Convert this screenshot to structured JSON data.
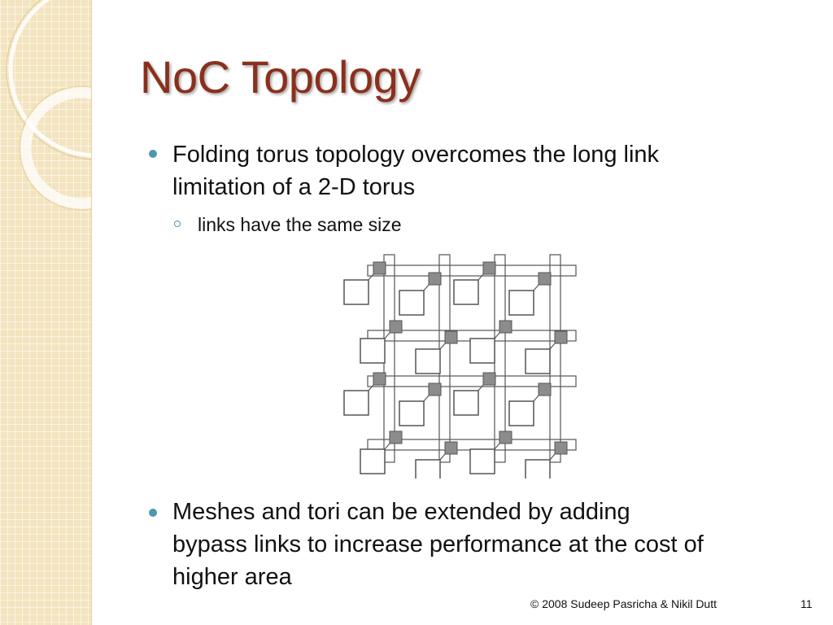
{
  "slide": {
    "title": "NoC Topology",
    "bullet1": {
      "line1": "Folding torus topology overcomes the long link",
      "line2": "limitation of a 2-D torus",
      "sub": "links have the same size"
    },
    "bullet2": {
      "line1": "Meshes and tori can be extended by adding",
      "line2": "bypass links to increase performance at the cost of",
      "line3": "higher area"
    },
    "footer": {
      "copyright": "© 2008 Sudeep Pasricha  & Nikil Dutt",
      "page_number": "11"
    }
  },
  "colors": {
    "title": "#8b2f1c",
    "bullet": "#4c98ad",
    "sidebar": "#f3e4bf",
    "router_fill": "#8c8c8c",
    "wire": "#555555"
  }
}
